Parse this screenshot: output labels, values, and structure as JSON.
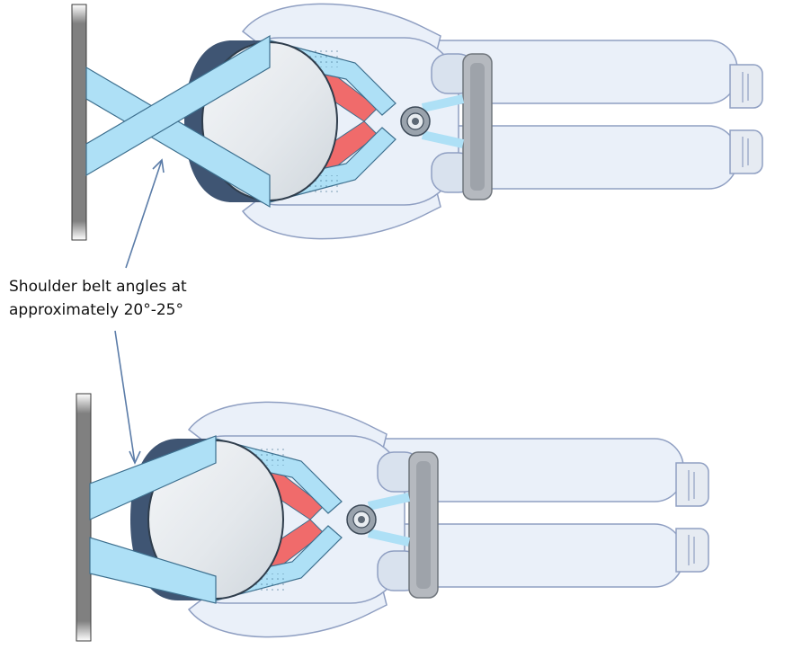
{
  "annotation": {
    "lines": [
      "Shoulder belt angles at",
      "approximately 20°-25°"
    ]
  },
  "palette": {
    "background": "#ffffff",
    "suit": "#eaf0f9",
    "suit_outline": "#8f9fc2",
    "belt": "#aee0f6",
    "belt_outline": "#3d6f8e",
    "harness_red": "#f06b6b",
    "seat_pad": "#3f5573",
    "wall": "#808080",
    "grip": "#8c8c8c",
    "arrow": "#5b7ca8",
    "text": "#111111"
  },
  "figures": [
    {
      "name": "top-figure",
      "belts": "crossed"
    },
    {
      "name": "bottom-figure",
      "belts": "angled"
    }
  ]
}
